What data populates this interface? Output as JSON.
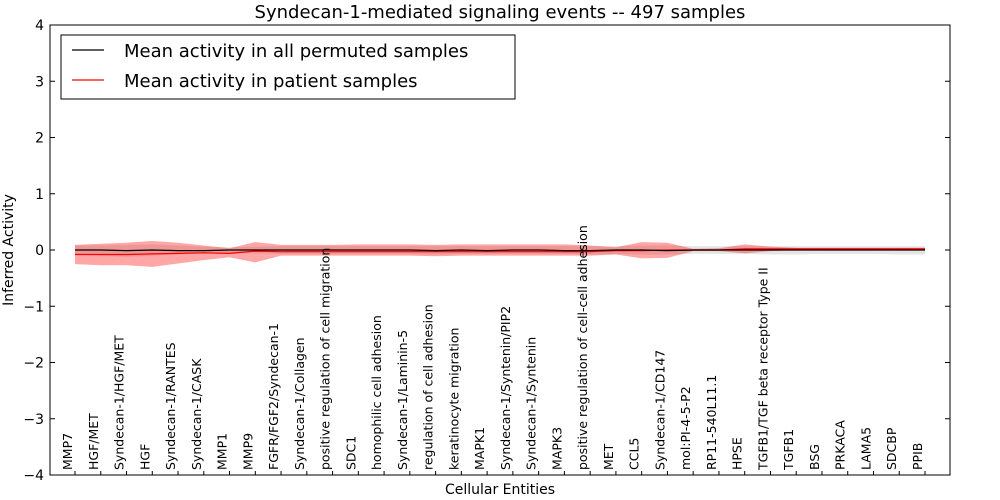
{
  "chart_data": {
    "type": "line",
    "title": "Syndecan-1-mediated signaling events -- 497 samples",
    "xlabel": "Cellular Entities",
    "ylabel": "Inferred Activity",
    "ylim": [
      -4,
      4
    ],
    "yticks": [
      -4,
      -3,
      -2,
      -1,
      0,
      1,
      2,
      3,
      4
    ],
    "ytick_labels": [
      "−4",
      "−3",
      "−2",
      "−1",
      "0",
      "1",
      "2",
      "3",
      "4"
    ],
    "grid": false,
    "legend_position": "top-left",
    "categories": [
      "MMP7",
      "HGF/MET",
      "Syndecan-1/HGF/MET",
      "HGF",
      "Syndecan-1/RANTES",
      "Syndecan-1/CASK",
      "MMP1",
      "MMP9",
      "FGFR/FGF2/Syndecan-1",
      "Syndecan-1/Collagen",
      "positive regulation of cell migration",
      "SDC1",
      "homophilic cell adhesion",
      "Syndecan-1/Laminin-5",
      "regulation of cell adhesion",
      "keratinocyte migration",
      "MAPK1",
      "Syndecan-1/Syntenin/PIP2",
      "Syndecan-1/Syntenin",
      "MAPK3",
      "positive regulation of cell-cell adhesion",
      "MET",
      "CCL5",
      "Syndecan-1/CD147",
      "mol:PI-4-5-P2",
      "RP11-540L11.1",
      "HPSE",
      "TGFB1/TGF beta receptor Type II",
      "TGFB1",
      "BSG",
      "PRKACA",
      "LAMA5",
      "SDCBP",
      "PPIB"
    ],
    "series": [
      {
        "name": "Mean activity in all permuted samples",
        "color": "#000000",
        "values": [
          0.0,
          0.0,
          -0.01,
          0.0,
          -0.01,
          -0.01,
          0.0,
          0.0,
          0.0,
          0.0,
          0.0,
          0.0,
          0.0,
          0.0,
          -0.01,
          0.0,
          -0.01,
          0.0,
          0.0,
          -0.01,
          -0.01,
          0.0,
          0.0,
          -0.01,
          0.0,
          0.0,
          0.0,
          0.0,
          0.0,
          0.0,
          0.0,
          0.0,
          0.0,
          0.0
        ],
        "band_upper": [
          0.08,
          0.08,
          0.09,
          0.1,
          0.08,
          0.06,
          0.05,
          0.06,
          0.07,
          0.07,
          0.07,
          0.07,
          0.07,
          0.07,
          0.07,
          0.07,
          0.07,
          0.07,
          0.07,
          0.07,
          0.07,
          0.07,
          0.08,
          0.08,
          0.07,
          0.07,
          0.07,
          0.07,
          0.07,
          0.07,
          0.07,
          0.07,
          0.07,
          0.07
        ],
        "band_lower": [
          -0.08,
          -0.1,
          -0.12,
          -0.1,
          -0.08,
          -0.06,
          -0.05,
          -0.06,
          -0.07,
          -0.07,
          -0.07,
          -0.07,
          -0.07,
          -0.07,
          -0.08,
          -0.07,
          -0.07,
          -0.07,
          -0.07,
          -0.07,
          -0.08,
          -0.07,
          -0.08,
          -0.08,
          -0.07,
          -0.07,
          -0.07,
          -0.08,
          -0.08,
          -0.07,
          -0.07,
          -0.07,
          -0.08,
          -0.08
        ]
      },
      {
        "name": "Mean activity in patient samples",
        "color": "#ff0000",
        "values": [
          -0.08,
          -0.08,
          -0.08,
          -0.07,
          -0.06,
          -0.05,
          -0.06,
          -0.02,
          -0.03,
          -0.03,
          -0.03,
          -0.03,
          -0.03,
          -0.03,
          -0.03,
          -0.03,
          -0.03,
          -0.03,
          -0.03,
          -0.03,
          -0.03,
          -0.01,
          -0.01,
          0.0,
          0.0,
          0.0,
          0.02,
          0.02,
          0.02,
          0.02,
          0.02,
          0.02,
          0.02,
          0.02
        ],
        "band_upper": [
          0.09,
          0.11,
          0.13,
          0.16,
          0.13,
          0.08,
          0.03,
          0.14,
          0.09,
          0.09,
          0.09,
          0.1,
          0.1,
          0.1,
          0.09,
          0.1,
          0.1,
          0.1,
          0.1,
          0.1,
          0.08,
          0.05,
          0.14,
          0.13,
          0.02,
          0.03,
          0.1,
          0.06,
          0.04,
          0.04,
          0.04,
          0.04,
          0.04,
          0.04
        ],
        "band_lower": [
          -0.25,
          -0.27,
          -0.27,
          -0.3,
          -0.24,
          -0.18,
          -0.13,
          -0.22,
          -0.1,
          -0.1,
          -0.1,
          -0.1,
          -0.1,
          -0.1,
          -0.11,
          -0.1,
          -0.1,
          -0.1,
          -0.1,
          -0.1,
          -0.1,
          -0.08,
          -0.15,
          -0.14,
          -0.02,
          -0.02,
          -0.06,
          -0.02,
          0.0,
          0.0,
          0.0,
          0.0,
          0.0,
          0.0
        ]
      }
    ]
  }
}
